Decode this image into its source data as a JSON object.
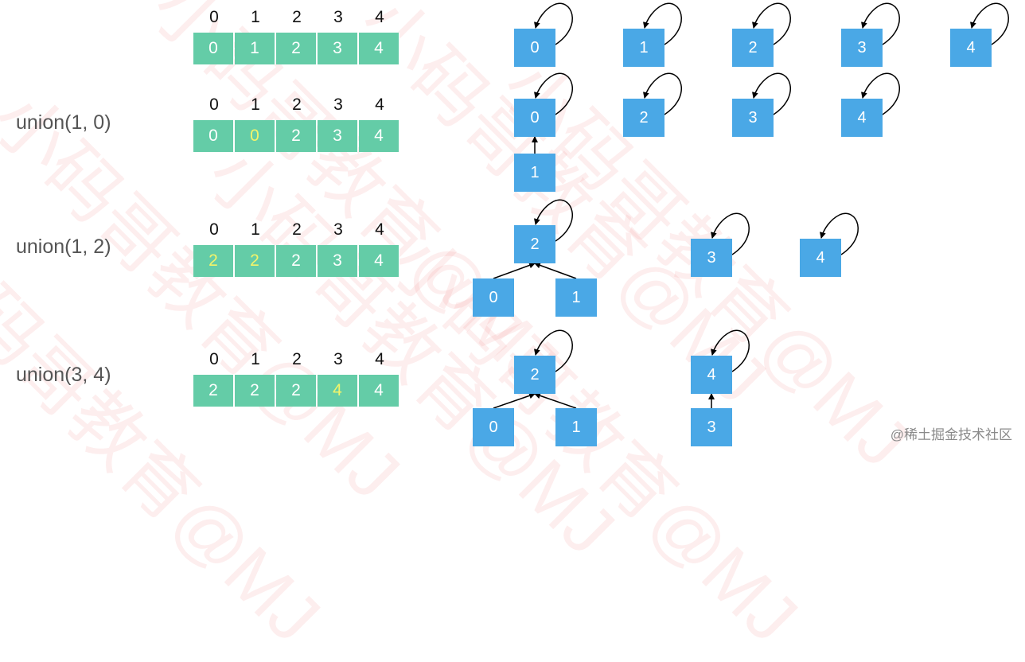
{
  "states": [
    {
      "label": "",
      "indices": [
        "0",
        "1",
        "2",
        "3",
        "4"
      ],
      "parents": [
        "0",
        "1",
        "2",
        "3",
        "4"
      ],
      "changed": []
    },
    {
      "label": "union(1, 0)",
      "indices": [
        "0",
        "1",
        "2",
        "3",
        "4"
      ],
      "parents": [
        "0",
        "0",
        "2",
        "3",
        "4"
      ],
      "changed": [
        1
      ]
    },
    {
      "label": "union(1, 2)",
      "indices": [
        "0",
        "1",
        "2",
        "3",
        "4"
      ],
      "parents": [
        "2",
        "2",
        "2",
        "3",
        "4"
      ],
      "changed": [
        0,
        1
      ]
    },
    {
      "label": "union(3, 4)",
      "indices": [
        "0",
        "1",
        "2",
        "3",
        "4"
      ],
      "parents": [
        "2",
        "2",
        "2",
        "4",
        "4"
      ],
      "changed": [
        3
      ]
    }
  ],
  "colors": {
    "array_cell": "#64cca7",
    "changed_value": "#f3f46a",
    "node": "#4aa8e6",
    "watermark": "#ec7878"
  },
  "watermark": {
    "text": "小码哥教育@MJ"
  },
  "credit": "@稀土掘金技术社区"
}
